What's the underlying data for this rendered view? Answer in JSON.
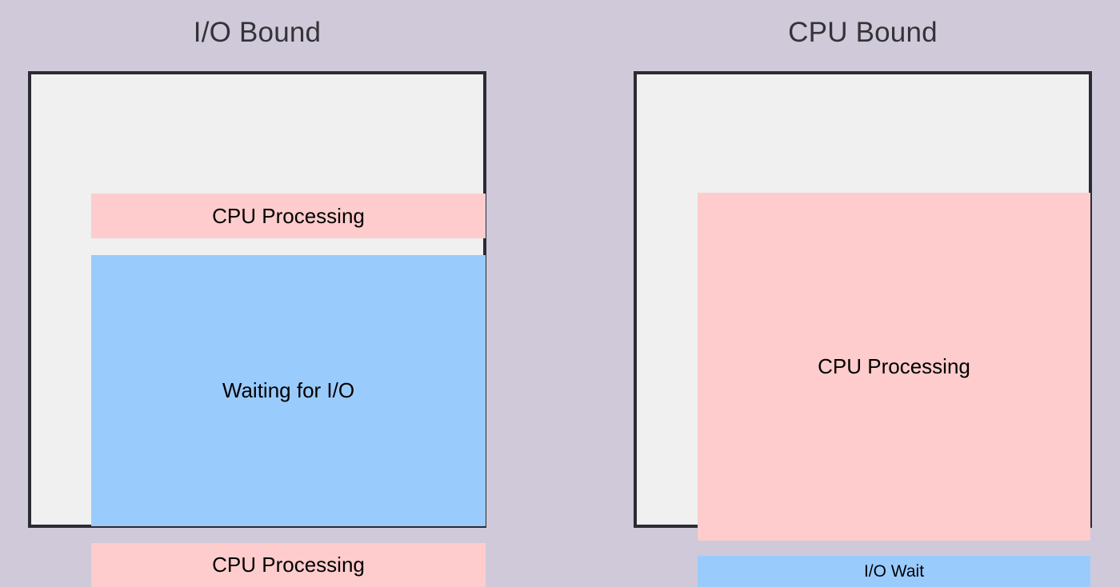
{
  "diagram": {
    "type": "timeline-comparison",
    "background_color": "#cfc9da",
    "panels": [
      {
        "id": "io-bound",
        "title": "I/O Bound",
        "title_color": "#333338",
        "box_fill": "#eff0ef",
        "box_border_color": "#2b2b33",
        "blocks": [
          {
            "id": "cpu-top",
            "label": "CPU Processing",
            "kind": "cpu",
            "color": "#fecccc",
            "share_pct": 12
          },
          {
            "id": "waiting-io",
            "label": "Waiting for I/O",
            "kind": "io",
            "color": "#9acbfd",
            "share_pct": 76
          },
          {
            "id": "cpu-bottom",
            "label": "CPU Processing",
            "kind": "cpu",
            "color": "#fecccc",
            "share_pct": 12
          }
        ]
      },
      {
        "id": "cpu-bound",
        "title": "CPU Bound",
        "title_color": "#333338",
        "box_fill": "#eff0ef",
        "box_border_color": "#2b2b33",
        "blocks": [
          {
            "id": "cpu-processing",
            "label": "CPU Processing",
            "kind": "cpu",
            "color": "#fecccc",
            "share_pct": 92
          },
          {
            "id": "io-wait",
            "label": "I/O Wait",
            "kind": "io",
            "color": "#9acbfd",
            "share_pct": 8
          }
        ]
      }
    ]
  }
}
